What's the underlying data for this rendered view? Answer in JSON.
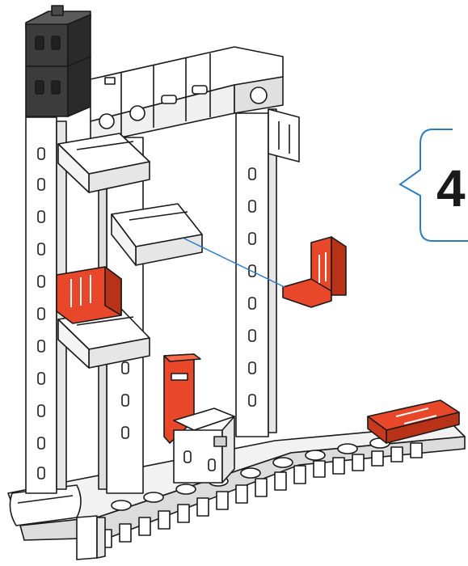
{
  "step": {
    "number": "4"
  },
  "colors": {
    "outline": "#1a1a1a",
    "white_part": "#ffffff",
    "shade_part": "#e6e6e6",
    "dark_part": "#3c3c3c",
    "orange_part": "#e8472a",
    "orange_shade": "#b83217",
    "callout_border": "#2b7cc0",
    "leader_line": "#2b7cc0"
  },
  "icons": {
    "callout": "speech-bubble-callout",
    "leader": "assembly-leader-line"
  }
}
